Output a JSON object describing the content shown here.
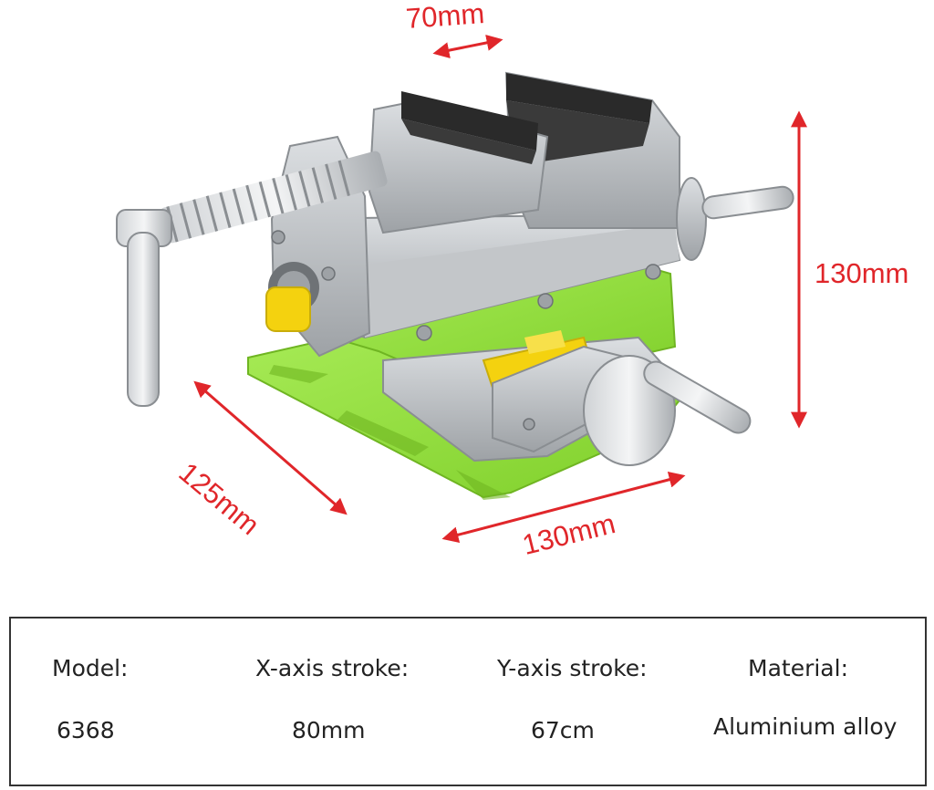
{
  "dimensions": {
    "jaw_width": "70mm",
    "height": "130mm",
    "depth": "125mm",
    "width": "130mm"
  },
  "specs": [
    {
      "label": "Model:",
      "value": "6368"
    },
    {
      "label": "X-axis stroke:",
      "value": "80mm"
    },
    {
      "label": "Y-axis stroke:",
      "value": "67cm"
    },
    {
      "label": "Material:",
      "value": "Aluminium alloy"
    }
  ],
  "colors": {
    "arrow": "#e0262a",
    "base_green": "#8fe03a",
    "body_silver": "#b9bcbf",
    "jaw_black": "#2a2a2a",
    "knob_yellow": "#f4d20f"
  }
}
